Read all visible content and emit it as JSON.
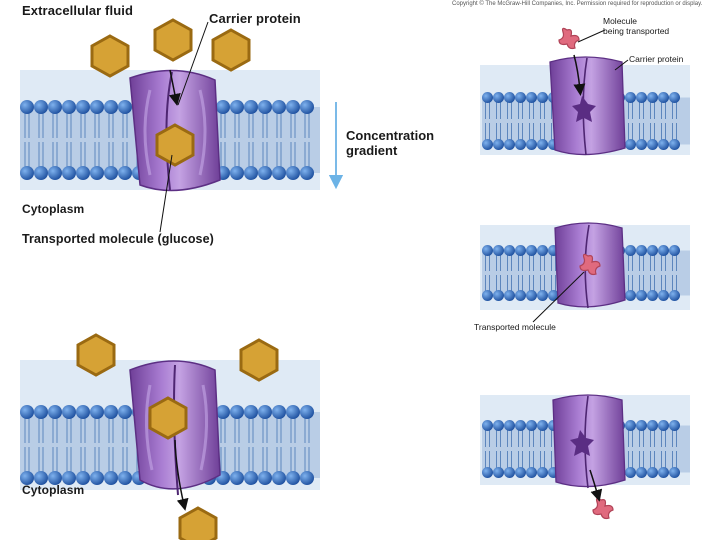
{
  "labels": {
    "extracellular_fluid": "Extracellular fluid",
    "carrier_protein_main": "Carrier protein",
    "concentration": "Concentration",
    "gradient": "gradient",
    "cytoplasm": "Cytoplasm",
    "transported_molecule_glucose": "Transported molecule (glucose)",
    "copyright": "Copyright © The McGraw-Hill Companies, Inc. Permission required for reproduction or display.",
    "molecule_line1": "Molecule",
    "molecule_line2": "being transported",
    "carrier_protein_small": "Carrier protein",
    "transported_molecule_small": "Transported molecule"
  },
  "colors": {
    "bilayer_bg": "#d8e8f6",
    "lipid_head": "#2f64b8",
    "lipid_tail": "#5d86bd",
    "protein": "#9b6bc6",
    "protein_dark": "#6f3f98",
    "glucose": "#d6a235",
    "glucose_edge": "#9a6a12",
    "molecule": "#e06a7e",
    "arrow": "#6cb3e6"
  }
}
